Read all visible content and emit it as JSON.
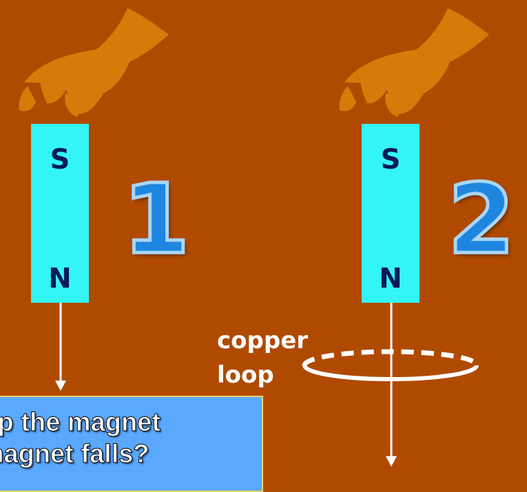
{
  "magnet_left": {
    "top_pole": "S",
    "bottom_pole": "N",
    "number": "1"
  },
  "magnet_right": {
    "top_pole": "S",
    "bottom_pole": "N",
    "number": "2"
  },
  "loop_label": {
    "line1": "copper",
    "line2": "loop"
  },
  "question": {
    "line1": "ip the magnet",
    "line2": "e magnet falls?"
  },
  "colors": {
    "background": "#b04a00",
    "magnet": "#33f5f5",
    "hand": "#d9790a",
    "pole_text": "#0a1a5a",
    "number": "#1f86e0",
    "question_box": "#5aa8ff"
  },
  "icons": [
    "hand-icon",
    "hand-icon",
    "down-arrow-icon",
    "down-arrow-icon"
  ]
}
